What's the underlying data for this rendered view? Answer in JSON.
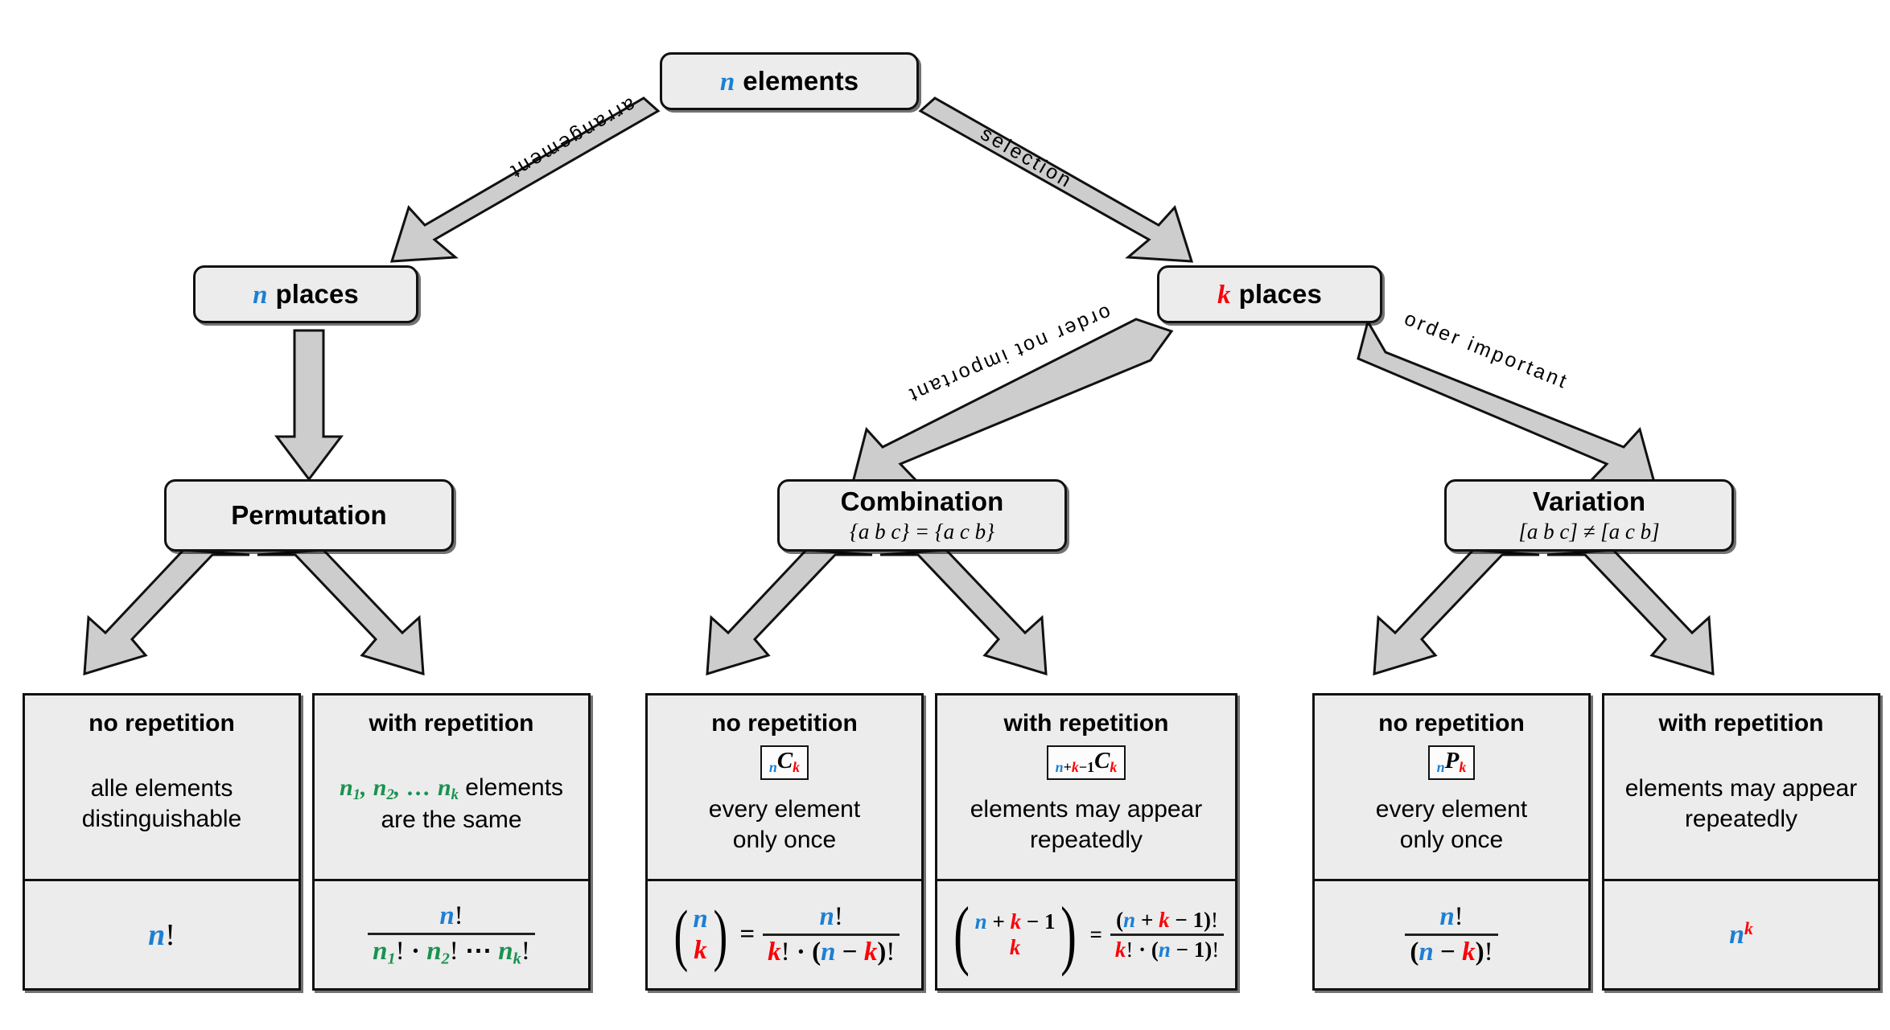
{
  "diagram": {
    "title": "Combinatorics decision tree",
    "colors": {
      "n_color": "#1b7fd4",
      "k_color": "#fb0007",
      "n_sub_color": "#1a9250",
      "node_fill": "#ececec",
      "node_stroke": "#111111",
      "arrow_fill": "#cccccc"
    }
  },
  "root": {
    "var": "n",
    "label": "elements"
  },
  "edges": {
    "arrangement": "arrangement",
    "selection": "selection",
    "order_not_important": "order not important",
    "order_important": "order important"
  },
  "level2": [
    {
      "var": "n",
      "label": "places"
    },
    {
      "var": "k",
      "label": "places"
    }
  ],
  "level3": [
    {
      "title": "Permutation",
      "sub": ""
    },
    {
      "title": "Combination",
      "sub": "{a b c} = {a c b}"
    },
    {
      "title": "Variation",
      "sub": "[a b c] ≠ [a c b]"
    }
  ],
  "leaves": [
    {
      "heading": "no repetition",
      "symbol": "",
      "desc_lines": [
        "alle elements",
        "distinguishable"
      ],
      "formula_text": "n!"
    },
    {
      "heading": "with repetition",
      "symbol": "",
      "desc_lines": [
        "n₁, n₂, … nₖ elements",
        "are the same"
      ],
      "formula_text": "n! / (n₁! · n₂! ⋯ nₖ!)"
    },
    {
      "heading": "no repetition",
      "symbol": "nCk",
      "desc_lines": [
        "every element",
        "only once"
      ],
      "formula_text": "(n over k) = n! / (k! · (n − k)!)"
    },
    {
      "heading": "with repetition",
      "symbol": "n+k-1Ck",
      "desc_lines": [
        "elements may appear",
        "repeatedly"
      ],
      "formula_text": "(n+k−1 over k) = (n + k − 1)! / (k! · (n − 1)!)"
    },
    {
      "heading": "no repetition",
      "symbol": "nPk",
      "desc_lines": [
        "every element",
        "only once"
      ],
      "formula_text": "n! / (n − k)!"
    },
    {
      "heading": "with repetition",
      "symbol": "",
      "desc_lines": [
        "elements may appear",
        "repeatedly"
      ],
      "formula_text": "n^k"
    }
  ],
  "glyphs": {
    "n": "n",
    "k": "k",
    "C": "C",
    "P": "P",
    "one": "1",
    "plus": "+",
    "minus": "−",
    "dot": "·",
    "bang": "!",
    "equals": "=",
    "comma": ",",
    "ellipsis": "…",
    "cdots": "⋯",
    "sub1": "1",
    "sub2": "2",
    "lparen": "(",
    "rparen": ")",
    "elements_word": "elements",
    "are_same": "are the same"
  }
}
